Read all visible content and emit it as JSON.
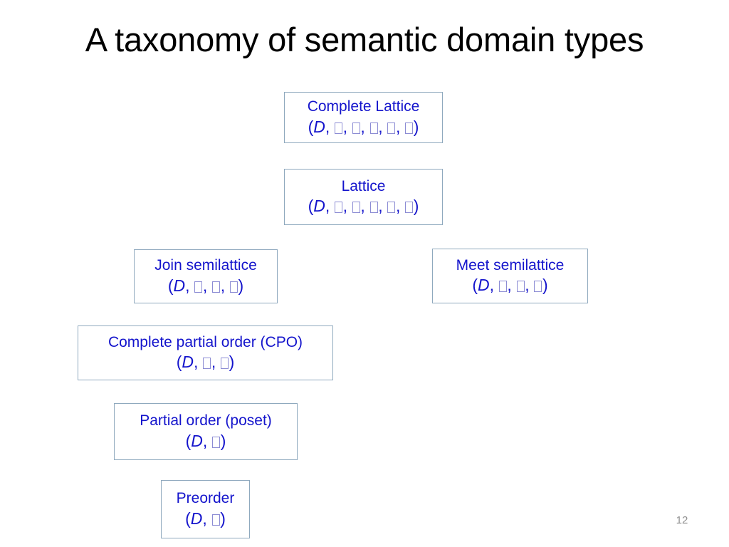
{
  "slide": {
    "title": "A taxonomy of semantic domain types",
    "number": "12",
    "background_color": "#FFFFFF",
    "title_color": "#000000",
    "node_text_color": "#1414CC",
    "node_border_color": "#8FA9BE",
    "tofu_glyph_color": "#8C8CD4",
    "slide_number_color": "#909090"
  },
  "taxonomy": {
    "nodes": [
      {
        "id": "complete-lattice",
        "name": "Complete Lattice",
        "tuple_prefix": "(",
        "tuple_var": "D",
        "tuple_suffix": ")",
        "tuple_unrendered_symbol_count": 5,
        "tuple_text": "(D, □, □, □, □, □)"
      },
      {
        "id": "lattice",
        "name": "Lattice",
        "tuple_prefix": "(",
        "tuple_var": "D",
        "tuple_suffix": ")",
        "tuple_unrendered_symbol_count": 5,
        "tuple_text": "(D, □, □, □, □, □)"
      },
      {
        "id": "join-semilattice",
        "name": "Join semilattice",
        "tuple_prefix": "(",
        "tuple_var": "D",
        "tuple_suffix": ")",
        "tuple_unrendered_symbol_count": 3,
        "tuple_text": "(D, □, □, □)"
      },
      {
        "id": "meet-semilattice",
        "name": "Meet semilattice",
        "tuple_prefix": "(",
        "tuple_var": "D",
        "tuple_suffix": ")",
        "tuple_unrendered_symbol_count": 3,
        "tuple_text": "(D, □, □, □)"
      },
      {
        "id": "cpo",
        "name": "Complete partial order (CPO)",
        "tuple_prefix": "(",
        "tuple_var": "D",
        "tuple_suffix": ")",
        "tuple_unrendered_symbol_count": 2,
        "tuple_text": "(D, □, □)"
      },
      {
        "id": "poset",
        "name": "Partial order (poset)",
        "tuple_prefix": "(",
        "tuple_var": "D",
        "tuple_suffix": ")",
        "tuple_unrendered_symbol_count": 1,
        "tuple_text": "(D, □)"
      },
      {
        "id": "preorder",
        "name": "Preorder",
        "tuple_prefix": "(",
        "tuple_var": "D",
        "tuple_suffix": ")",
        "tuple_unrendered_symbol_count": 1,
        "tuple_text": "(D, □)"
      }
    ]
  }
}
